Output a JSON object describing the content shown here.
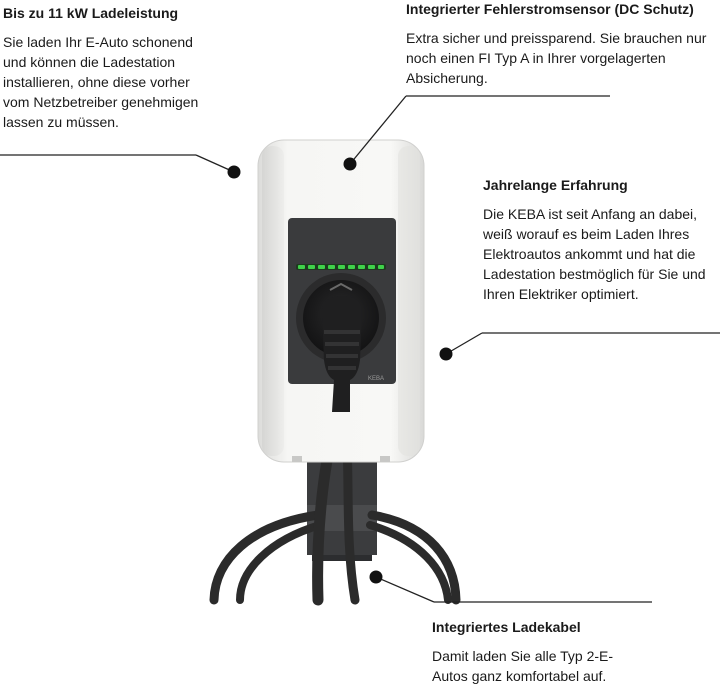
{
  "callouts": {
    "power": {
      "title": "Bis zu 11 kW Ladeleistung",
      "text": "Sie laden Ihr E-Auto schonend und können die Ladestation installieren, ohne diese vorher vom Netzbetreiber genehmigen lassen zu müssen."
    },
    "sensor": {
      "title": "Integrierter Fehlerstromsensor (DC Schutz)",
      "text": "Extra sicher und preissparend. Sie brauchen nur noch einen FI Typ A in Ihrer vorgelagerten Absicherung."
    },
    "experience": {
      "title": "Jahrelange Erfahrung",
      "text": "Die KEBA ist seit Anfang an dabei, weiß worauf es beim Laden Ihres Elektroautos ankommt und hat die Ladestation bestmöglich für Sie und Ihren Elektriker optimiert."
    },
    "cable": {
      "title": "Integriertes Ladekabel",
      "text": "Damit laden Sie alle Typ 2-E-Autos ganz komfortabel auf."
    }
  },
  "device": {
    "brand_mark": "KEBA",
    "led_color": "#3fd24a",
    "body_color": "#f2f2f0",
    "panel_color": "#3a3b3d",
    "cable_color": "#2b2b2b"
  }
}
